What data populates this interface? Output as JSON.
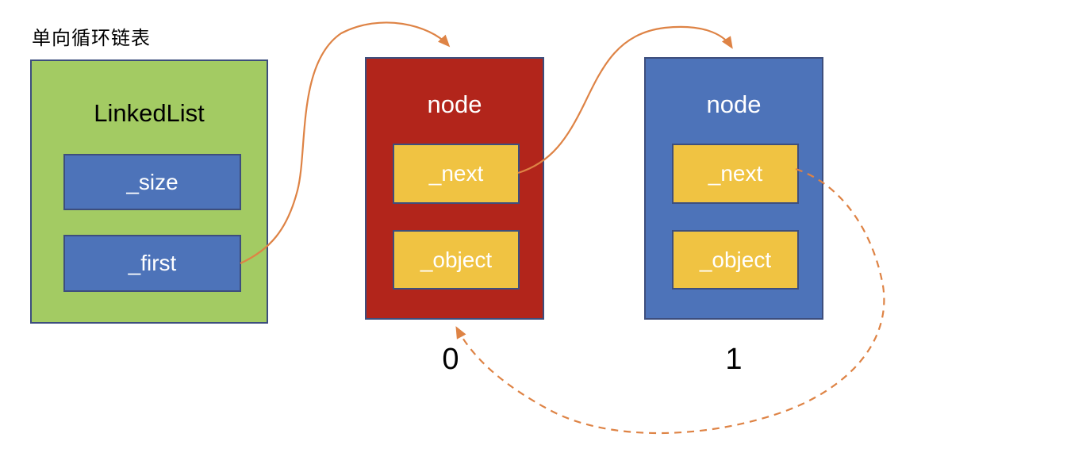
{
  "title": "单向循环链表",
  "colors": {
    "green": "#A3CB63",
    "blue": "#4D73B9",
    "red": "#B2251B",
    "yellow": "#F0C342",
    "border": "#3D4E7D",
    "arrow": "#DE8345",
    "ink": "#000000",
    "light": "#FFFFFF",
    "bg": "#FFFFFF"
  },
  "linked_list": {
    "label": "LinkedList",
    "fields": [
      {
        "label": "_size"
      },
      {
        "label": "_first"
      }
    ]
  },
  "nodes": [
    {
      "label": "node",
      "index": "0",
      "color": "#B2251B",
      "fields": [
        {
          "label": "_next"
        },
        {
          "label": "_object"
        }
      ]
    },
    {
      "label": "node",
      "index": "1",
      "color": "#4D73B9",
      "fields": [
        {
          "label": "_next"
        },
        {
          "label": "_object"
        }
      ]
    }
  ],
  "arrows": [
    {
      "name": "first-to-node0",
      "style": "solid",
      "from": "LinkedList._first",
      "to": "node 0 top"
    },
    {
      "name": "node0-next-to-node1",
      "style": "solid",
      "from": "node 0 _next",
      "to": "node 1 top"
    },
    {
      "name": "node1-next-back-to-node0",
      "style": "dashed",
      "from": "node 1 _next",
      "to": "node 0 bottom"
    }
  ]
}
